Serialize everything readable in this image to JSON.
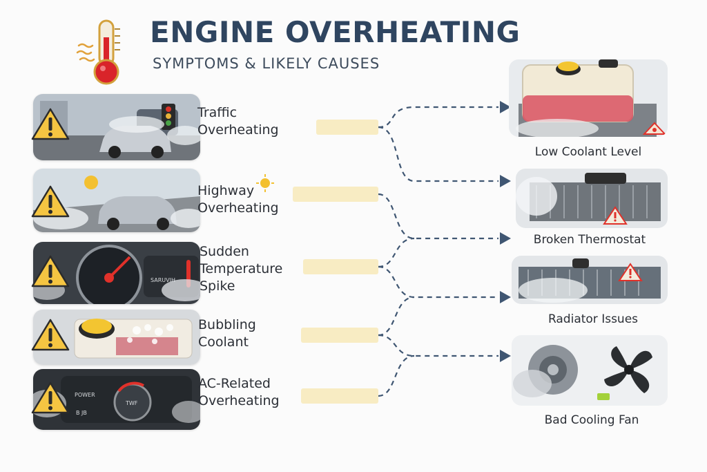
{
  "header": {
    "title": "ENGINE OVERHEATING",
    "subtitle": "SYMPTOMS & LIKELY CAUSES"
  },
  "symptoms": [
    {
      "lines": [
        "Traffic",
        "Overheating"
      ],
      "image": "traffic-car-image"
    },
    {
      "lines": [
        "Highway",
        "Overheating"
      ],
      "image": "highway-car-image"
    },
    {
      "lines": [
        "Sudden",
        "Temperature",
        "Spike"
      ],
      "image": "temperature-gauge-image"
    },
    {
      "lines": [
        "Bubbling",
        "Coolant"
      ],
      "image": "coolant-reservoir-image"
    },
    {
      "lines": [
        "AC-Related",
        "Overheating"
      ],
      "image": "ac-controls-image"
    }
  ],
  "causes": [
    {
      "label": "Low Coolant Level",
      "image": "coolant-tank-image"
    },
    {
      "label": "Broken Thermostat",
      "image": "thermostat-image"
    },
    {
      "label": "Radiator Issues",
      "image": "radiator-image"
    },
    {
      "label": "Bad Cooling Fan",
      "image": "cooling-fan-image"
    }
  ],
  "image_text": {
    "gauge_label": "SARUVIH",
    "ac_power": "POWER",
    "ac_knob": "TWF",
    "ac_bottom": "B JB"
  },
  "colors": {
    "title": "#2f4560",
    "highlight": "#f8ecc3",
    "connector": "#3f5672",
    "warning_fill": "#f5c542",
    "warning_stroke": "#2b2b2b"
  }
}
